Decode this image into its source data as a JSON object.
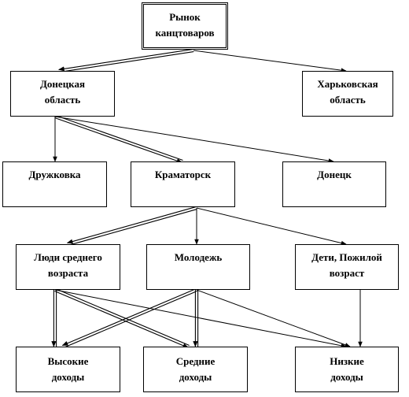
{
  "nodes": {
    "root": "Рынок\nканцтоваров",
    "donetsk_region": "Донецкая\nобласть",
    "kharkiv_region": "Харьковская\nобласть",
    "druzhkovka": "Дружковка",
    "kramatorsk": "Краматорск",
    "donetsk_city": "Донецк",
    "middle_aged": "Люди среднего\nвозраста",
    "youth": "Молодежь",
    "children": "Дети, Пожилой\nвозраст",
    "high_income": "Высокие\nдоходы",
    "middle_income": "Средние\nдоходы",
    "low_income": "Низкие\nдоходы"
  },
  "edges": [
    {
      "from": "root",
      "to": "donetsk_region",
      "style": "double"
    },
    {
      "from": "root",
      "to": "kharkiv_region",
      "style": "single"
    },
    {
      "from": "donetsk_region",
      "to": "druzhkovka",
      "style": "single"
    },
    {
      "from": "donetsk_region",
      "to": "kramatorsk",
      "style": "double"
    },
    {
      "from": "donetsk_region",
      "to": "donetsk_city",
      "style": "single"
    },
    {
      "from": "kramatorsk",
      "to": "middle_aged",
      "style": "double"
    },
    {
      "from": "kramatorsk",
      "to": "youth",
      "style": "single"
    },
    {
      "from": "kramatorsk",
      "to": "children",
      "style": "single"
    },
    {
      "from": "middle_aged",
      "to": "high_income",
      "style": "double"
    },
    {
      "from": "middle_aged",
      "to": "middle_income",
      "style": "double"
    },
    {
      "from": "middle_aged",
      "to": "low_income",
      "style": "single"
    },
    {
      "from": "youth",
      "to": "high_income",
      "style": "double"
    },
    {
      "from": "youth",
      "to": "middle_income",
      "style": "double"
    },
    {
      "from": "youth",
      "to": "low_income",
      "style": "single"
    },
    {
      "from": "children",
      "to": "low_income",
      "style": "single"
    }
  ]
}
